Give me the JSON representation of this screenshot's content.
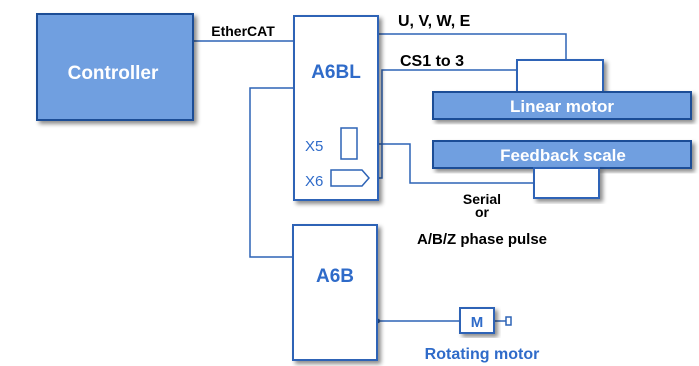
{
  "blocks": {
    "controller": "Controller",
    "a6bl": "A6BL",
    "a6b": "A6B",
    "linear_motor": "Linear motor",
    "feedback_scale": "Feedback scale",
    "motor_symbol": "M"
  },
  "ports": {
    "x5": "X5",
    "x6": "X6"
  },
  "labels": {
    "ethercat": "EtherCAT",
    "uvwe": "U, V, W, E",
    "cs": "CS1 to 3",
    "serial": "Serial",
    "or": "or",
    "abz": "A/B/Z phase pulse",
    "rotating_motor": "Rotating motor"
  },
  "colors": {
    "box_fill": "#6f9fe0",
    "box_stroke": "#1f4e96",
    "white_box_stroke": "#2d63b6",
    "line": "#2d63b6",
    "accent_text": "#2f6bc9",
    "label_text": "#000000"
  }
}
